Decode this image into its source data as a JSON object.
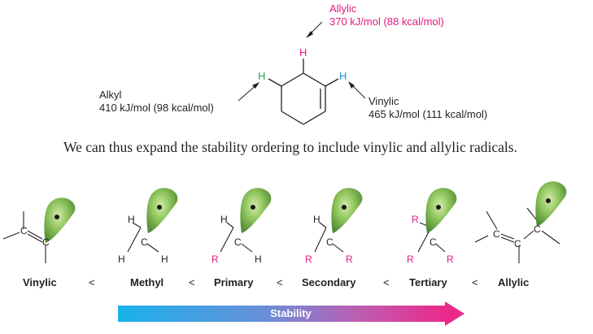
{
  "top_figure": {
    "allylic": {
      "name": "Allylic",
      "energy": "370 kJ/mol (88 kcal/mol)"
    },
    "alkyl": {
      "name": "Alkyl",
      "energy": "410 kJ/mol (98 kcal/mol)"
    },
    "vinylic": {
      "name": "Vinylic",
      "energy": "465 kJ/mol (111 kcal/mol)"
    },
    "h_atom": "H"
  },
  "paragraph": "We can thus expand the stability ordering to include vinylic and allylic radicals.",
  "atoms": {
    "c": "C",
    "h": "H",
    "r": "R"
  },
  "radicals": {
    "vinylic": "Vinylic",
    "methyl": "Methyl",
    "primary": "Primary",
    "secondary": "Secondary",
    "tertiary": "Tertiary",
    "allylic": "Allylic",
    "less_than": "<"
  },
  "stability_arrow": {
    "label": "Stability"
  },
  "colors": {
    "magenta": "#e0197d",
    "green": "#2aa84a",
    "blue": "#1f8fd6",
    "orbital": "#7cb342",
    "arrow_start": "#18b2ea",
    "arrow_end": "#ea2a8a"
  }
}
